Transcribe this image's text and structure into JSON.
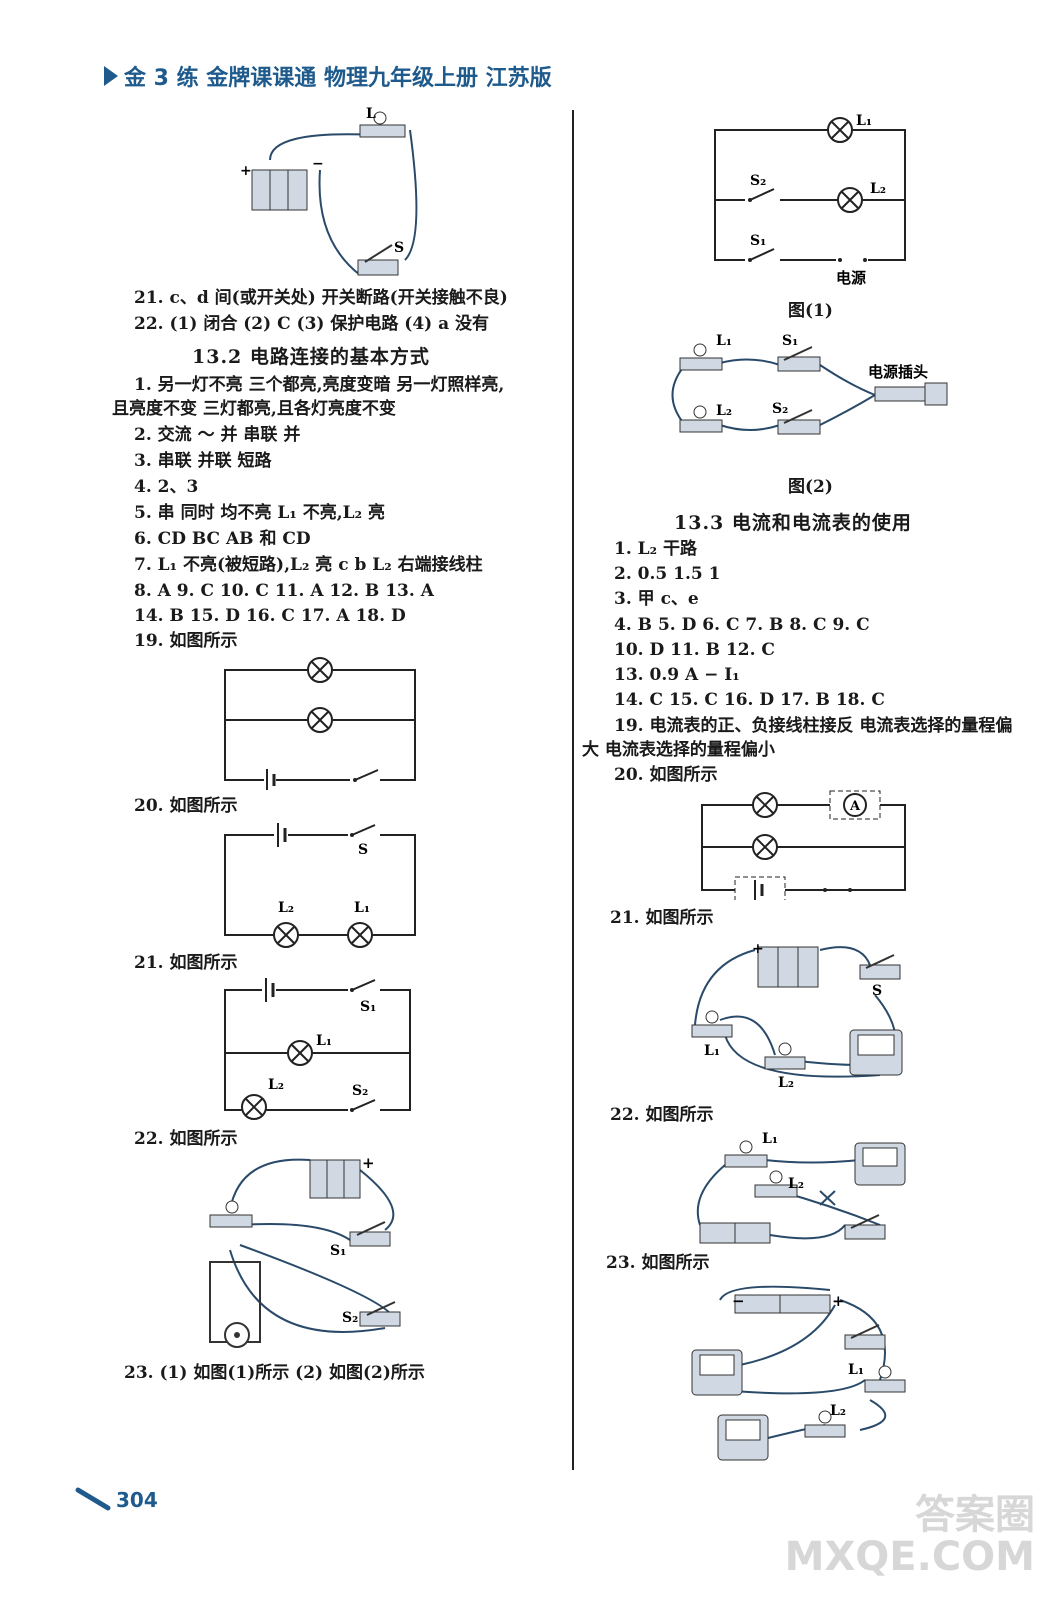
{
  "header": {
    "title": "金 3 练  金牌课课通  物理九年级上册  江苏版"
  },
  "left": {
    "fig_top": {
      "labels": {
        "L": "L",
        "S": "S",
        "plus": "+",
        "minus": "−"
      }
    },
    "q21": "21.  c、d 间(或开关处)   开关断路(开关接触不良)",
    "q22": "22.  (1) 闭合   (2) C   (3) 保护电路   (4) a   没有",
    "section": "13.2   电路连接的基本方式",
    "a1": "1.  另一灯不亮   三个都亮,亮度变暗   另一灯照样亮,",
    "a1b": "且亮度不变   三灯都亮,且各灯亮度不变",
    "a2": "2.  交流   ～   并   串联   并",
    "a3": "3.  串联   并联   短路",
    "a4": "4.  2、3",
    "a5": "5.  串   同时   均不亮   L₁ 不亮,L₂ 亮",
    "a6": "6.  CD   BC   AB 和 CD",
    "a7": "7.  L₁ 不亮(被短路),L₂ 亮   c   b   L₂ 右端接线柱",
    "a8": "8.  A   9.  C   10.  C   11.  A   12.  B   13.  A",
    "a14": "14.  B   15.  D   16.  C   17.  A   18.  D",
    "a19": "19.  如图所示",
    "a20": "20.  如图所示",
    "a21": "21.  如图所示",
    "a22": "22.  如图所示",
    "a23": "23.  (1) 如图(1)所示   (2) 如图(2)所示",
    "fig20": {
      "S": "S",
      "L2": "L₂",
      "L1": "L₁"
    },
    "fig21": {
      "S1": "S₁",
      "L1": "L₁",
      "L2": "L₂",
      "S2": "S₂"
    },
    "fig22": {
      "S1": "S₁",
      "S2": "S₂",
      "plus": "+"
    }
  },
  "right": {
    "fig1": {
      "L1": "L₁",
      "L2": "L₂",
      "S2": "S₂",
      "S1": "S₁",
      "power": "电源",
      "caption": "图(1)"
    },
    "fig2": {
      "L1": "L₁",
      "L2": "L₂",
      "S1": "S₁",
      "S2": "S₂",
      "plug": "电源插头",
      "caption": "图(2)"
    },
    "section": "13.3   电流和电流表的使用",
    "b1": "1.  L₂   干路",
    "b2": "2.  0.5   1.5   1",
    "b3": "3.  甲   c、e",
    "b4": "4.  B   5.  D   6.  C   7.  B   8.  C   9.  C",
    "b10": "10.  D   11.  B   12.  C",
    "b13": "13.  0.9 A − I₁",
    "b14": "14.  C   15.  C   16.  D   17.  B   18.  C",
    "b19": "19.  电流表的正、负接线柱接反   电流表选择的量程偏",
    "b19b": "大   电流表选择的量程偏小",
    "b20": "20.  如图所示",
    "b21": "21.  如图所示",
    "b22": "22.  如图所示",
    "b23": "23.  如图所示",
    "fig20": {
      "A": "A"
    },
    "fig21": {
      "S": "S",
      "L1": "L₁",
      "L2": "L₂",
      "plus": "+"
    },
    "fig22": {
      "L1": "L₁",
      "L2": "L₂"
    },
    "fig23": {
      "minus": "−",
      "plus": "+",
      "L1": "L₁",
      "L2": "L₂"
    }
  },
  "page_number": "304",
  "watermark": "答案圈\nMXQE.COM"
}
